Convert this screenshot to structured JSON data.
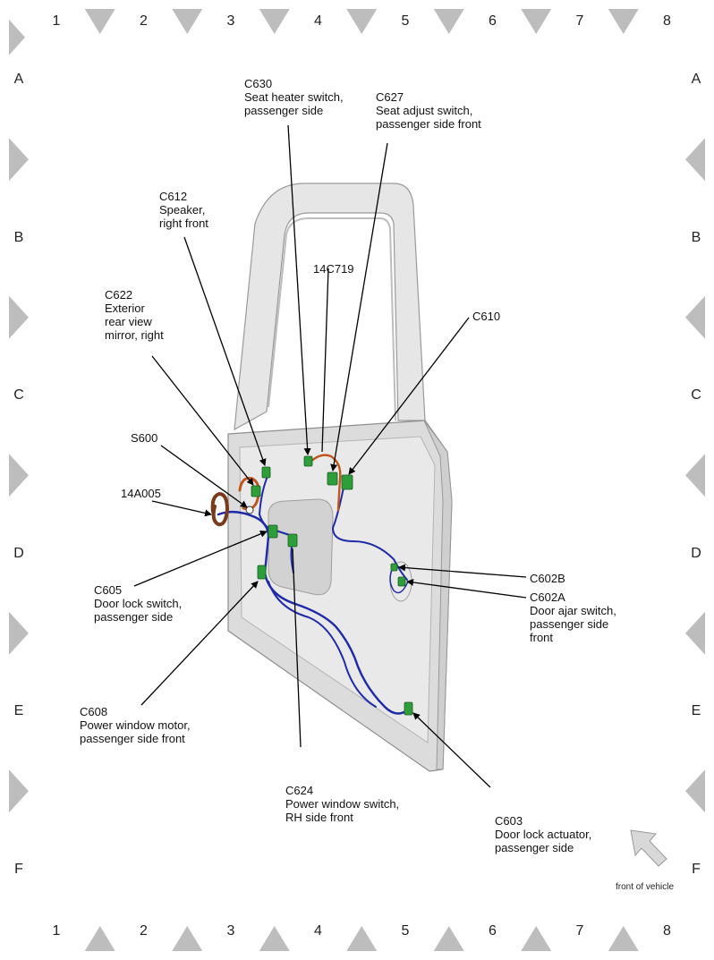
{
  "grid": {
    "columns": [
      "1",
      "2",
      "3",
      "4",
      "5",
      "6",
      "7",
      "8"
    ],
    "rows": [
      "A",
      "B",
      "C",
      "D",
      "E",
      "F"
    ]
  },
  "labels": {
    "c630": [
      "C630",
      "Seat heater switch,",
      "passenger side"
    ],
    "c627": [
      "C627",
      "Seat adjust switch,",
      "passenger side front"
    ],
    "c612": [
      "C612",
      "Speaker,",
      "right front"
    ],
    "c14c719": [
      "14C719"
    ],
    "c610": [
      "C610"
    ],
    "c622": [
      "C622",
      "Exterior",
      "rear view",
      "mirror, right"
    ],
    "s600": [
      "S600"
    ],
    "c14a005": [
      "14A005"
    ],
    "c605": [
      "C605",
      "Door lock switch,",
      "passenger side"
    ],
    "c602b": [
      "C602B"
    ],
    "c602a": [
      "C602A",
      "Door ajar switch,",
      "passenger side",
      "front"
    ],
    "c608": [
      "C608",
      "Power window motor,",
      "passenger side front"
    ],
    "c624": [
      "C624",
      "Power window switch,",
      "RH side front"
    ],
    "c603": [
      "C603",
      "Door lock actuator,",
      "passenger side"
    ]
  },
  "front_of_vehicle": "front of vehicle",
  "colors": {
    "harness_blue": "#1f2aa8",
    "harness_orange": "#c0561c",
    "connector_green": "#2e9e3a",
    "door_gray": "#d9d9d9",
    "frame_gray": "#b9b9b9"
  }
}
